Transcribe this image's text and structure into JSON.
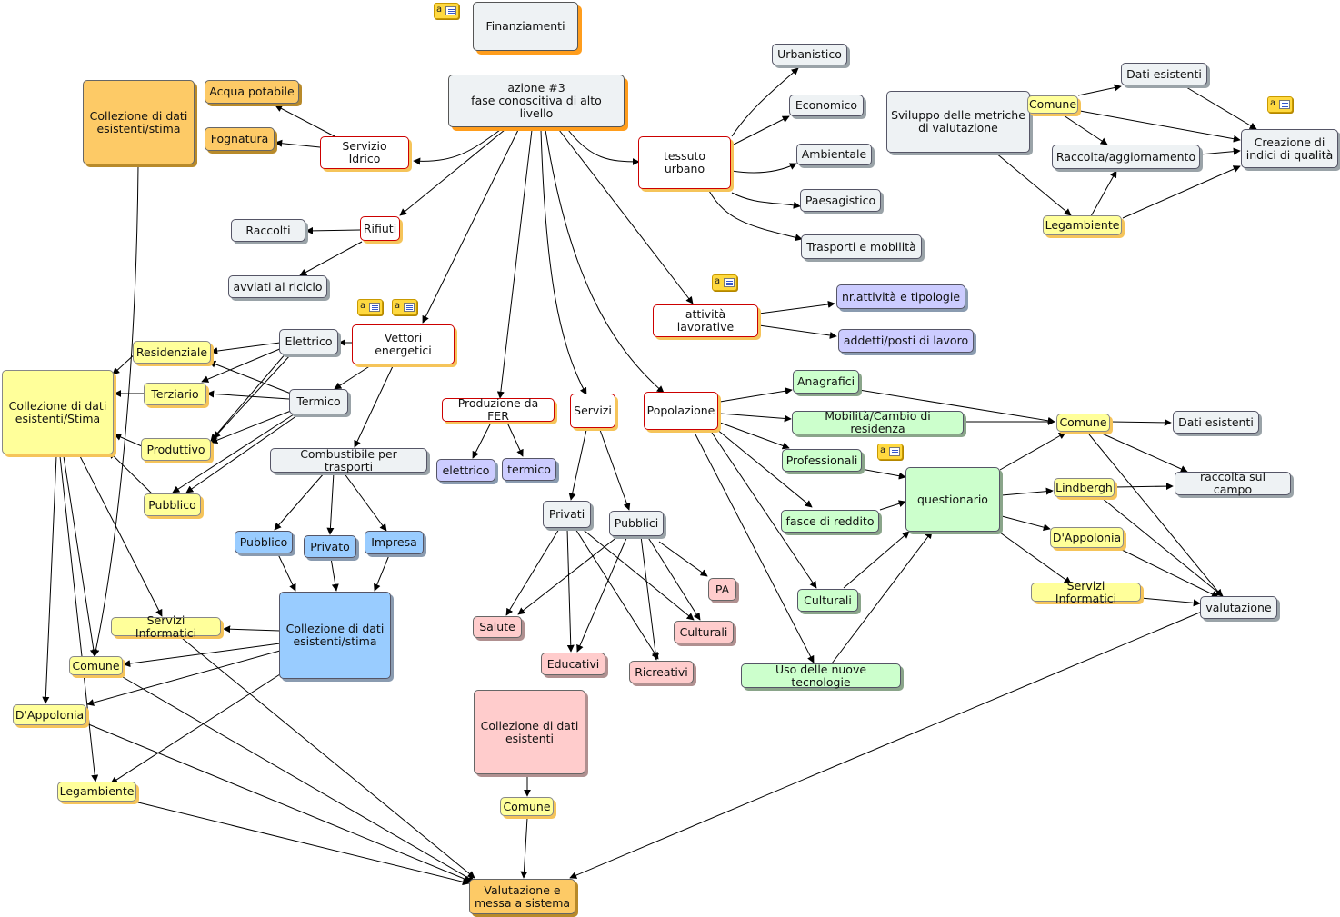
{
  "nodes": {
    "finanziamenti": "Finanziamenti",
    "azione": "azione #3\nfase conoscitiva di alto livello",
    "urbanistico": "Urbanistico",
    "economico": "Economico",
    "ambientale": "Ambientale",
    "paesagistico": "Paesagistico",
    "trasporti_mobilita": "Trasporti e mobilità",
    "tessuto_urbano": "tessuto urbano",
    "servizio_idrico": "Servizio Idrico",
    "acqua_potabile": "Acqua potabile",
    "fognatura": "Fognatura",
    "collezione_orange_left": "Collezione di dati\nesistenti/stima",
    "rifiuti": "Rifiuti",
    "raccolti": "Raccolti",
    "avviati_riciclo": "avviati al riciclo",
    "vettori_energetici": "Vettori energetici",
    "elettrico": "Elettrico",
    "termico": "Termico",
    "residenziale": "Residenziale",
    "terziario": "Terziario",
    "produttivo": "Produttivo",
    "pubblico_yellow": "Pubblico",
    "collezione_yellow": "Collezione di dati\nesistenti/Stima",
    "combustibile_trasporti": "Combustibile per trasporti",
    "pubblico_blue": "Pubblico",
    "privato_blue": "Privato",
    "impresa_blue": "Impresa",
    "collezione_blue": "Collezione di dati\nesistenti/stima",
    "servizi_informatici_left": "Servizi Informatici",
    "comune_left": "Comune",
    "dappolonia_left": "D'Appolonia",
    "legambiente_left": "Legambiente",
    "produzione_fer": "Produzione da FER",
    "elettrico_fer": "elettrico",
    "termico_fer": "termico",
    "servizi": "Servizi",
    "privati": "Privati",
    "pubblici": "Pubblici",
    "pa": "PA",
    "salute": "Salute",
    "culturali_pink": "Culturali",
    "educativi": "Educativi",
    "ricreativi": "Ricreativi",
    "collezione_pink": "Collezione di dati\nesistenti",
    "comune_bottom": "Comune",
    "valutazione_sistema": "Valutazione e\nmessa a sistema",
    "attivita_lavorative": "attività lavorative",
    "nr_attivita": "nr.attività e tipologie",
    "addetti": "addetti/posti di lavoro",
    "popolazione": "Popolazione",
    "anagrafici": "Anagrafici",
    "mobilita_cambio": "Mobilità/Cambio di residenza",
    "professionali": "Professionali",
    "fasce_reddito": "fasce di reddito",
    "culturali_green": "Culturali",
    "uso_tecnologie": "Uso delle nuove tecnologie",
    "questionario": "questionario",
    "comune_right": "Comune",
    "dati_esistenti_right": "Dati esistenti",
    "lindbergh": "Lindbergh",
    "raccolta_campo": "raccolta sul campo",
    "dappolonia_right": "D'Appolonia",
    "servizi_informatici_right": "Servizi Informatici",
    "valutazione": "valutazione",
    "sviluppo_metriche": "Sviluppo delle metriche\ndi valutazione",
    "comune_top": "Comune",
    "dati_esistenti_top": "Dati esistenti",
    "raccolta_aggiornamento": "Raccolta/aggiornamento",
    "creazione_indici": "Creazione di\nindici di qualità",
    "legambiente_top": "Legambiente"
  },
  "note_icon_label": "a",
  "colors": {
    "grey": "#eef2f4",
    "yellow": "#ffff9a",
    "orange": "#fdca66",
    "blue": "#99ccff",
    "lavender": "#ccccff",
    "pink": "#ffcccc",
    "green": "#ccffcc",
    "red_border": "#cc0000",
    "arrow": "#000000"
  }
}
